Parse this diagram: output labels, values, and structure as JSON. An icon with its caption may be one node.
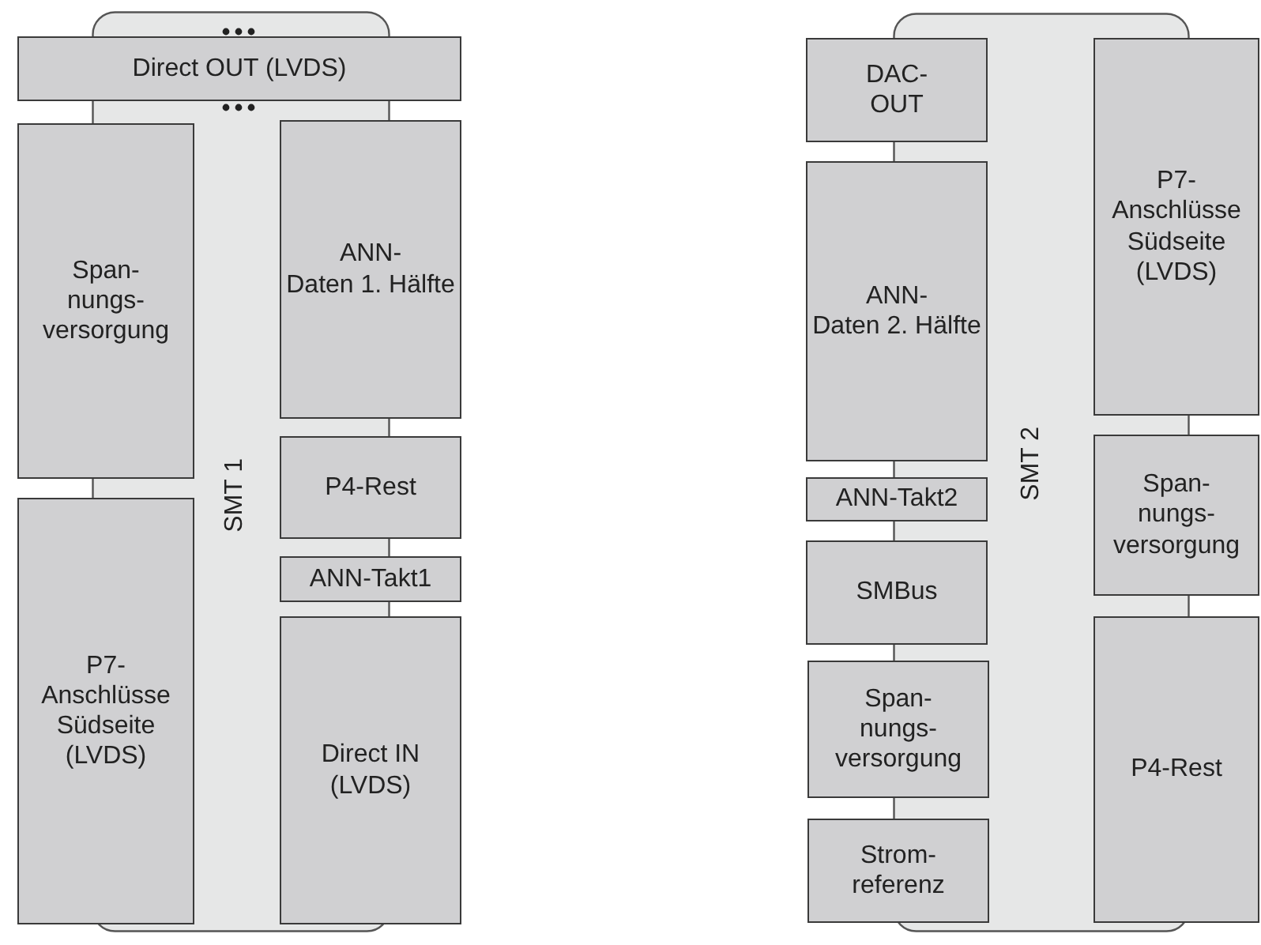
{
  "diagram": {
    "nodes": [
      {
        "text": [
          "SMT 1"
        ]
      },
      {
        "text": [
          "Direct OUT (LVDS)"
        ]
      },
      {
        "text": [
          "Span- nungs- versorgung"
        ]
      },
      {
        "text": [
          "ANN- Daten 1. Hälfte"
        ]
      },
      {
        "text": [
          "P4-Rest"
        ]
      },
      {
        "text": [
          "ANN-Takt1"
        ]
      },
      {
        "text": [
          "P7- Anschlüsse Südseite (LVDS)"
        ]
      },
      {
        "text": [
          "Direct IN (LVDS)"
        ]
      },
      {
        "text": [
          "SMT 2"
        ]
      },
      {
        "text": [
          "DAC- OUT"
        ]
      },
      {
        "text": [
          "P7- Anschlüsse Südseite (LVDS)"
        ]
      },
      {
        "text": [
          "ANN- Daten 2. Hälfte"
        ]
      },
      {
        "text": [
          "ANN-Takt2"
        ]
      },
      {
        "text": [
          "Span- nungs- versorgung"
        ]
      },
      {
        "text": [
          "SMBus"
        ]
      },
      {
        "text": [
          "Span- nungs- versorgung"
        ]
      },
      {
        "text": [
          "P4-Rest"
        ]
      },
      {
        "text": [
          "Strom- referenz"
        ]
      }
    ]
  }
}
